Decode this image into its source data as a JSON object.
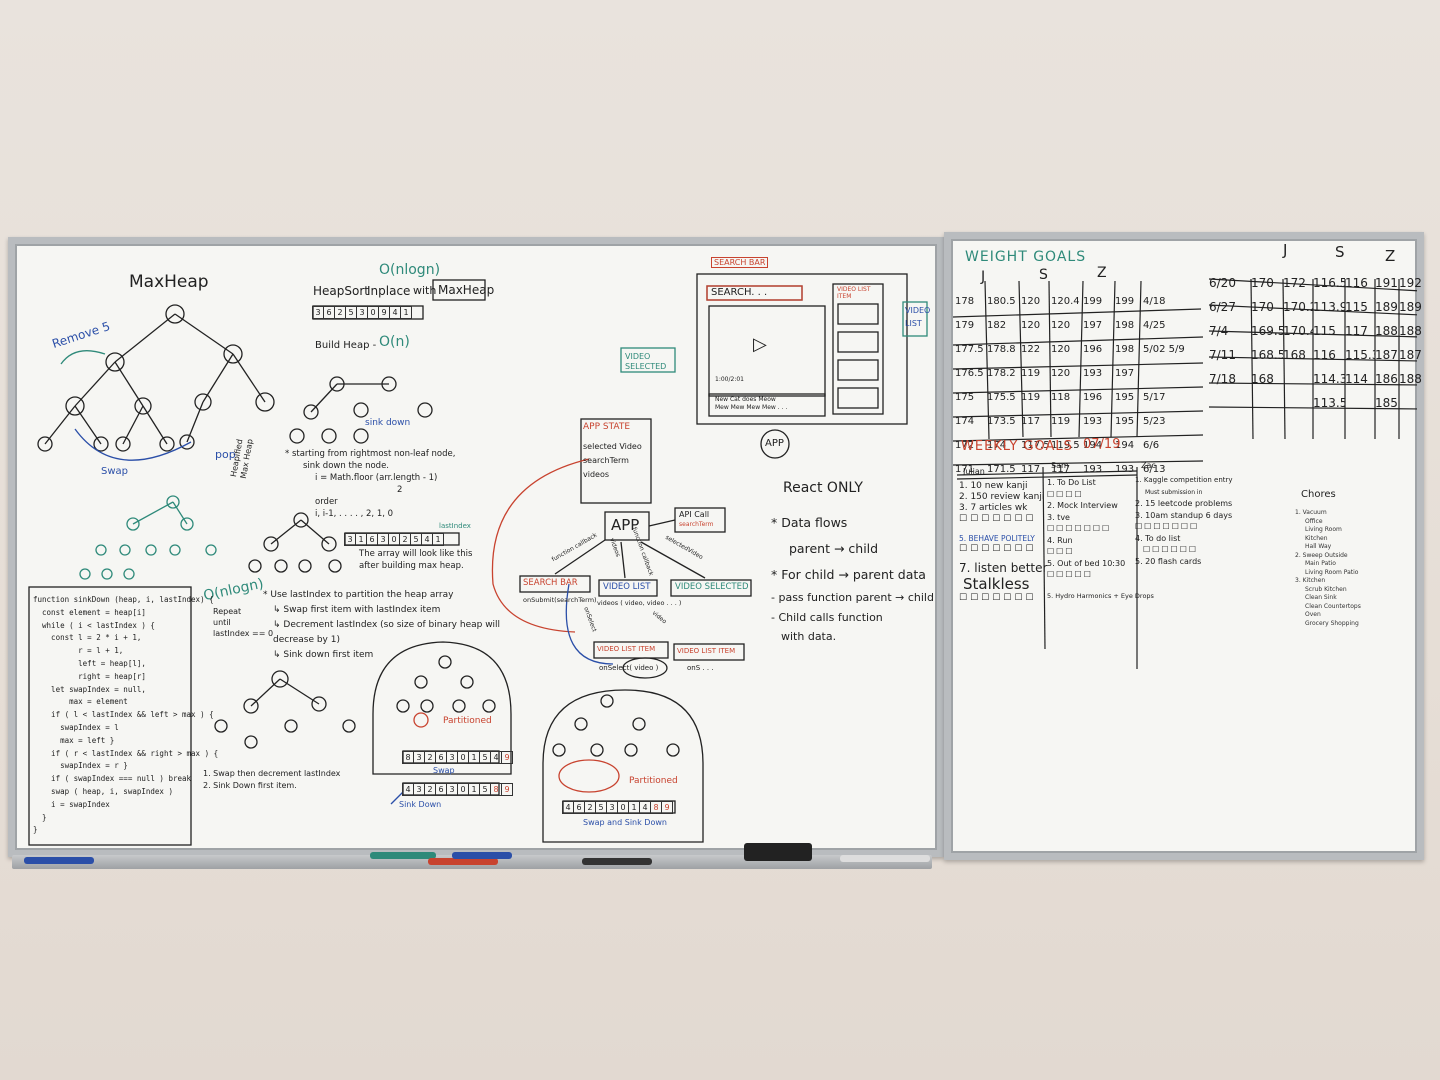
{
  "left_board": {
    "maxheap_title": "MaxHeap",
    "remove_note": "Remove 5",
    "swap_note": "Swap",
    "pop_note": "pop",
    "heapsort_title": "HeapSort",
    "inplace": "Inplace",
    "with": "with",
    "maxheap_box": "MaxHeap",
    "big_o_nlogn": "O(nlogn)",
    "array_top": [
      "3",
      "6",
      "2",
      "5",
      "3",
      "0",
      "9",
      "4",
      "1"
    ],
    "build_heap": "Build Heap -",
    "big_o_n": "O(n)",
    "sink_down": "sink down",
    "build_notes": [
      "* starting from rightmost non-leaf node,",
      "sink down the node.",
      "i = Math.floor (arr.length - 1)",
      "2",
      "order",
      "i, i-1, . . . . , 2, 1, 0"
    ],
    "array_middle": [
      "3",
      "1",
      "6",
      "3",
      "0",
      "2",
      "5",
      "4",
      "1"
    ],
    "last_index": "lastIndex",
    "array_note": [
      "The array will look like this",
      "after building max heap."
    ],
    "heapify_side": [
      "Heapified",
      "Max Heap"
    ],
    "big_o_nlogn_2": "O(nlogn)",
    "repeat_note": [
      "Repeat",
      "until",
      "lastIndex == 0"
    ],
    "partition_notes": [
      "* Use lastIndex to partition the heap array",
      "↳ Swap first item with lastIndex item",
      "↳ Decrement lastIndex (so size of binary heap will decrease by 1)",
      "↳ Sink down first item"
    ],
    "sinkdown_code": [
      "function sinkDown (heap, i, lastIndex) {",
      "  const element = heap[i]",
      "  while ( i < lastIndex ) {",
      "    const l = 2 * i + 1,",
      "          r = l + 1,",
      "          left = heap[l],",
      "          right = heap[r]",
      "    let swapIndex = null,",
      "        max = element",
      "    if ( l < lastIndex && left > max ) {",
      "      swapIndex = l",
      "      max = left }",
      "    if ( r < lastIndex && right > max ) {",
      "      swapIndex = r }",
      "    if ( swapIndex === null ) break",
      "    swap ( heap, i, swapIndex )",
      "    i = swapIndex",
      "  }",
      "}"
    ],
    "bottom_notes": [
      "1. Swap then decrement lastIndex",
      "2. Sink Down first item."
    ],
    "partitioned": "Partitioned",
    "partitioned_2": "Partitioned",
    "swap_label": "Swap",
    "sink_down_label": "Sink Down",
    "swap_and_sink": "Swap and Sink Down",
    "array_a": [
      "8",
      "3",
      "2",
      "6",
      "3",
      "0",
      "1",
      "5",
      "4",
      "9"
    ],
    "array_b": [
      "4",
      "3",
      "2",
      "6",
      "3",
      "0",
      "1",
      "5",
      "8",
      "9"
    ],
    "array_c": [
      "4",
      "6",
      "2",
      "5",
      "3",
      "0",
      "1",
      "4",
      "8",
      "9"
    ],
    "search_bar_label": "SEARCH BAR",
    "search_placeholder": "SEARCH. . .",
    "video_list_item_label": "VIDEO LIST ITEM",
    "video_list_label": [
      "VIDEO",
      "LIST"
    ],
    "video_selected_label": [
      "VIDEO",
      "SELECTED"
    ],
    "video_time": "1:00/2:01",
    "video_caption": [
      "New Cat does Meow",
      "Mew Mew Mew Mew . . ."
    ],
    "app_top": "APP",
    "app_state_title": "APP STATE",
    "app_state_items": [
      "selected Video",
      "searchTerm",
      "videos"
    ],
    "app_box": "APP",
    "api_call": "API Call",
    "api_call_sub": "searchTerm",
    "searchbar_box": "SEARCH BAR",
    "videolist_box": "VIDEO LIST",
    "videoselected_box": "VIDEO SELECTED",
    "on_submit": "onSubmit(searchTerm)",
    "videos_prop": "videos ( video, video . . . )",
    "videolistitem_1": "VIDEO LIST ITEM",
    "videolistitem_2": "VIDEO LIST ITEM",
    "on_select": "onSelect( video )",
    "on_select_2": "onS . . .",
    "arrow_labels": [
      "function callback",
      "videos",
      "function callback",
      "selectedVideo",
      "onSelect",
      "video"
    ],
    "react_title": "React ONLY",
    "react_notes": [
      "* Data flows",
      "parent → child",
      "* For child → parent data",
      "- pass function parent → child",
      "- Child calls function",
      "with data."
    ]
  },
  "right_board": {
    "weight_title": "WEIGHT GOALS",
    "weight_headers": [
      "J",
      "S",
      "Z"
    ],
    "weight_rows": [
      [
        "178",
        "180.5",
        "120",
        "120.4",
        "199",
        "199",
        "4/18"
      ],
      [
        "179",
        "182",
        "120",
        "120",
        "197",
        "198",
        "4/25"
      ],
      [
        "177.5",
        "178.8",
        "122",
        "120",
        "196",
        "198",
        "5/02 5/9"
      ],
      [
        "176.5",
        "178.2",
        "119",
        "120",
        "193",
        "197",
        ""
      ],
      [
        "175",
        "175.5",
        "119",
        "118",
        "196",
        "195",
        "5/17"
      ],
      [
        "174",
        "173.5",
        "117",
        "119",
        "193",
        "195",
        "5/23"
      ],
      [
        "172",
        "174",
        "117.5",
        "119.5",
        "194",
        "194",
        "6/6"
      ],
      [
        "171",
        "171.5",
        "117",
        "117",
        "193",
        "193",
        "6/13"
      ]
    ],
    "weight_right_headers": [
      "J",
      "S",
      "Z"
    ],
    "weight_right_rows": [
      [
        "6/20",
        "170",
        "172",
        "116.5",
        "116",
        "191",
        "192.6"
      ],
      [
        "6/27",
        "170",
        "170.2",
        "113.9",
        "115",
        "189",
        "189"
      ],
      [
        "7/4",
        "169.5",
        "170.4",
        "115",
        "117",
        "188",
        "188"
      ],
      [
        "7/11",
        "168.5",
        "168",
        "116",
        "115.3",
        "187",
        "187"
      ],
      [
        "7/18",
        "168",
        "",
        "114.3",
        "114",
        "186",
        "188"
      ],
      [
        "",
        "",
        "",
        "113.5",
        "",
        "185",
        ""
      ]
    ],
    "weekly_title": "WEEKLY GOALS",
    "weekly_date": "07/19",
    "people": [
      "Julian",
      "Sam",
      "Zac"
    ],
    "julian_goals": [
      "1. 10 new kanji",
      "2. 150 review kanji",
      "3. 7 articles wk",
      "5. BEHAVE POLITELY",
      "7. listen better",
      "Stalkless"
    ],
    "sam_goals": [
      "1. To Do List",
      "2. Mock Interview",
      "3. tve",
      "4. Run",
      "5. Out of bed 10:30",
      "5. Hydro Harmonics + Eye Drops"
    ],
    "zac_goals": [
      "1. Kaggle competition entry",
      "Must submission in",
      "2. 15 leetcode problems",
      "3. 10am standup 6 days",
      "4. To do list",
      "5. 20 flash cards"
    ],
    "chores_title": "Chores",
    "chores": [
      "1. Vacuum",
      "Office",
      "Living Room",
      "Kitchen",
      "Hall Way",
      "2. Sweep Outside",
      "Main Patio",
      "Living Room Patio",
      "3. Kitchen",
      "Scrub Kitchen",
      "Clean Sink",
      "Clean Countertops",
      "Oven",
      "Grocery Shopping"
    ]
  },
  "colors": {
    "marker_black": "#222222",
    "marker_red": "#c8432f",
    "marker_green": "#2f8a7a",
    "marker_blue": "#2b4fa8",
    "board": "#f6f6f3",
    "frame": "#b9bcbf",
    "wall": "#e6ded6"
  }
}
